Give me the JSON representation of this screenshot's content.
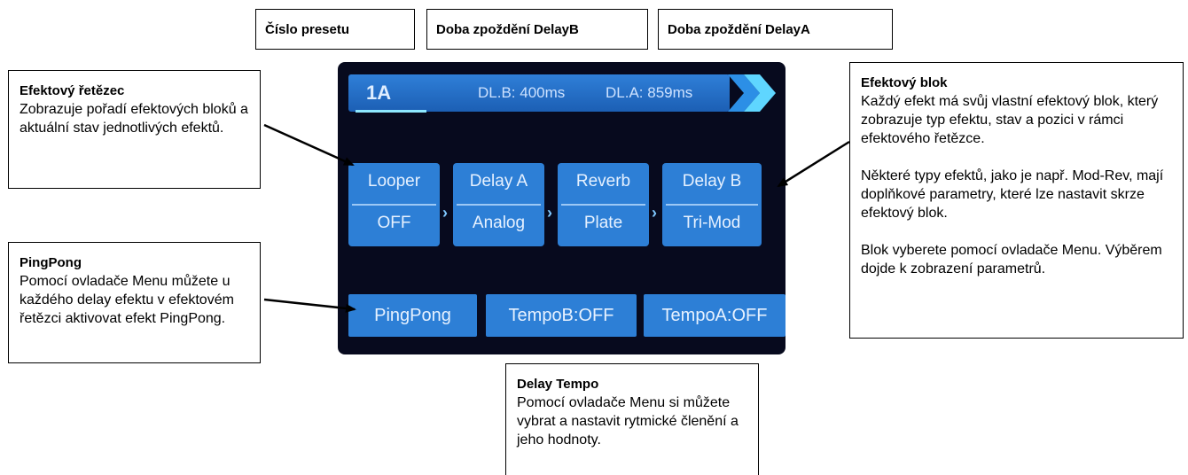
{
  "labels": {
    "preset_number": "Číslo presetu",
    "delay_b_time": "Doba zpoždění DelayB",
    "delay_a_time": "Doba zpoždění DelayA"
  },
  "notes": {
    "effect_chain": {
      "title": "Efektový řetězec",
      "body": "Zobrazuje pořadí efektových bloků a aktuální stav jednotlivých efektů."
    },
    "pingpong": {
      "title": "PingPong",
      "body": "Pomocí ovladače Menu můžete u každého delay efektu v efektovém řetězci aktivovat efekt PingPong."
    },
    "effect_block": {
      "title": "Efektový blok",
      "p1": "Každý efekt má svůj vlastní efektový blok, který zobrazuje typ efektu, stav a pozici v rámci efektového řetězce.",
      "p2": "Některé typy efektů, jako je např. Mod-Rev, mají doplňkové parametry, které lze nastavit skrze efektový blok.",
      "p3": "Blok vyberete pomocí ovladače Menu. Výběrem dojde k zobrazení parametrů."
    },
    "delay_tempo": {
      "title": "Delay Tempo",
      "body": "Pomocí ovladače Menu si můžete vybrat a nastavit rytmické členění a jeho hodnoty."
    }
  },
  "screen": {
    "preset": "1A",
    "delay_b": "DL.B: 400ms",
    "delay_a": "DL.A: 859ms",
    "chain": [
      {
        "name": "Looper",
        "type": "OFF"
      },
      {
        "name": "Delay A",
        "type": "Analog"
      },
      {
        "name": "Reverb",
        "type": "Plate"
      },
      {
        "name": "Delay B",
        "type": "Tri-Mod"
      }
    ],
    "bottom": {
      "pingpong": "PingPong",
      "tempo_b": "TempoB:OFF",
      "tempo_a": "TempoA:OFF"
    }
  },
  "colors": {
    "screen_bg": "#070a1e",
    "block_blue": "#2d7fd6",
    "accent_cyan": "#8ee8ff"
  }
}
